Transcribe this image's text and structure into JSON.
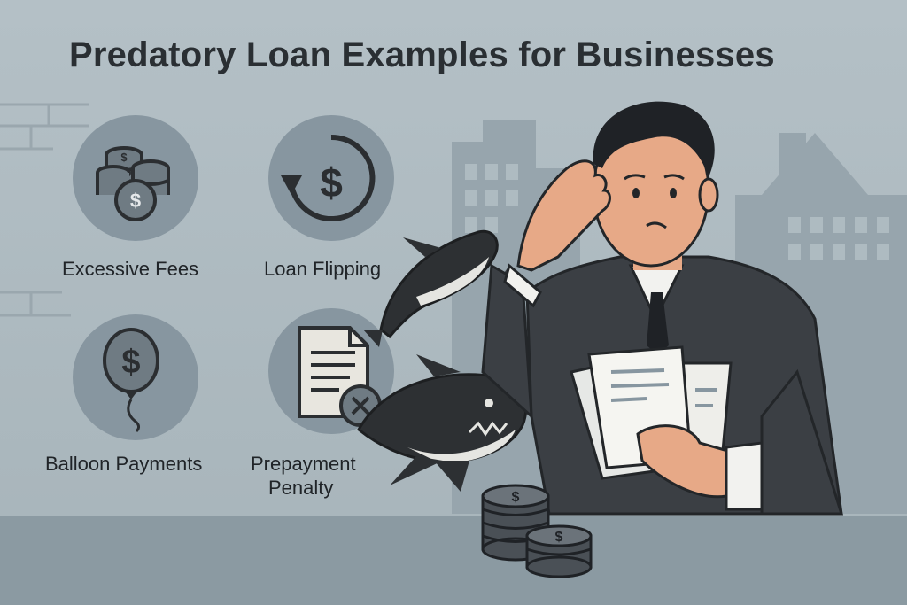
{
  "title": "Predatory Loan Examples for Businesses",
  "items": [
    {
      "label": "Excessive Fees",
      "icon": "coins-icon"
    },
    {
      "label": "Loan Flipping",
      "icon": "circular-dollar-icon"
    },
    {
      "label": "Balloon Payments",
      "icon": "balloon-dollar-icon"
    },
    {
      "label": "Prepayment",
      "label2": "Penalty",
      "icon": "document-x-icon"
    }
  ],
  "colors": {
    "background": "#aab7bd",
    "circle": "#8796a0",
    "suit": "#3b3f44",
    "skin": "#e7a987",
    "shark": "#2d3033"
  }
}
